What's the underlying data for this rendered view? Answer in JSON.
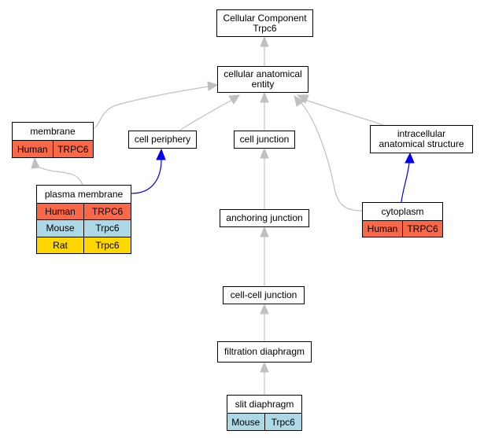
{
  "colors": {
    "human": "#fa6847",
    "mouse": "#add8e6",
    "rat": "#ffd700",
    "edge_gray": "#c0c0c0",
    "edge_blue": "#0000ee"
  },
  "nodes": {
    "cellular_component": {
      "title": "Cellular Component\nTrpc6"
    },
    "cae": {
      "title": "cellular anatomical\nentity"
    },
    "membrane": {
      "title": "membrane",
      "genes": [
        {
          "species": "Human",
          "gene": "TRPC6",
          "color": "human"
        }
      ]
    },
    "cell_periphery": {
      "title": "cell periphery"
    },
    "cell_junction": {
      "title": "cell junction"
    },
    "ias": {
      "title": "intracellular\nanatomical structure"
    },
    "plasma_membrane": {
      "title": "plasma membrane",
      "genes": [
        {
          "species": "Human",
          "gene": "TRPC6",
          "color": "human"
        },
        {
          "species": "Mouse",
          "gene": "Trpc6",
          "color": "mouse"
        },
        {
          "species": "Rat",
          "gene": "Trpc6",
          "color": "rat"
        }
      ]
    },
    "cytoplasm": {
      "title": "cytoplasm",
      "genes": [
        {
          "species": "Human",
          "gene": "TRPC6",
          "color": "human"
        }
      ]
    },
    "anchoring_junction": {
      "title": "anchoring junction"
    },
    "cell_cell_junction": {
      "title": "cell-cell junction"
    },
    "filtration_diaphragm": {
      "title": "filtration diaphragm"
    },
    "slit_diaphragm": {
      "title": "slit diaphragm",
      "genes": [
        {
          "species": "Mouse",
          "gene": "Trpc6",
          "color": "mouse"
        }
      ]
    }
  }
}
